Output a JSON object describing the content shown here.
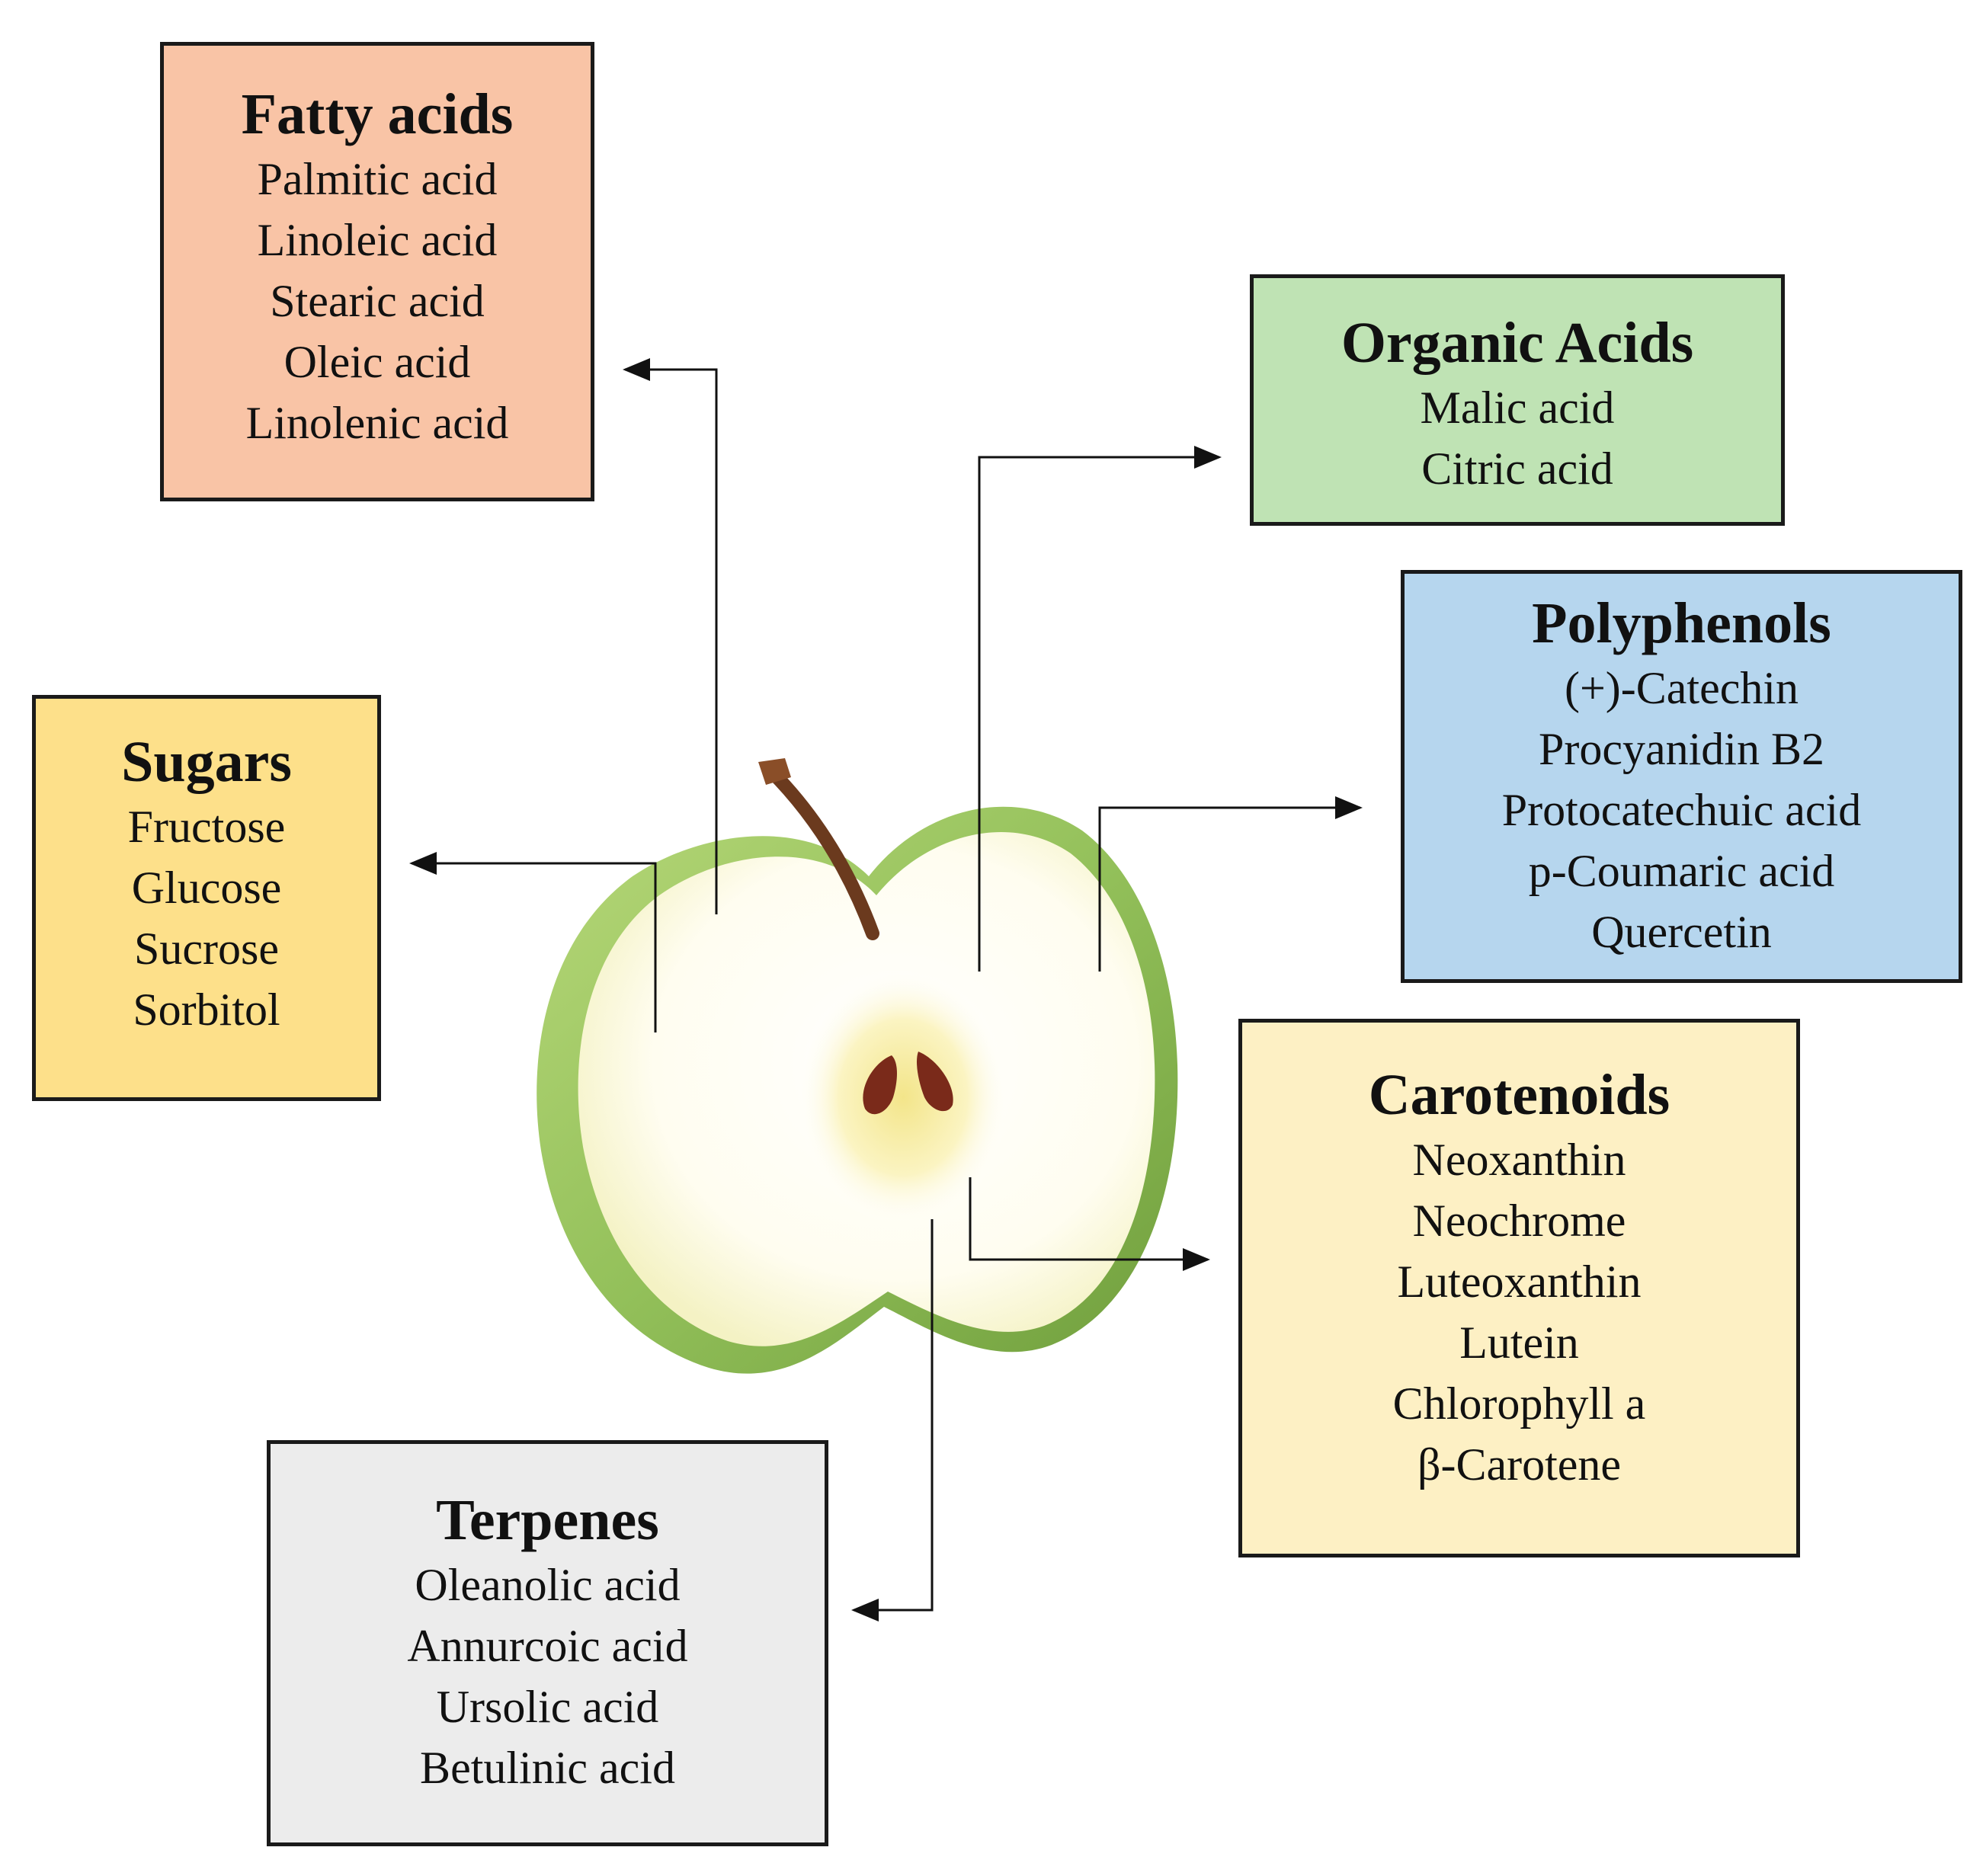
{
  "boxes": {
    "fatty_acids": {
      "title": "Fatty acids",
      "color": "#f9c4a6",
      "items": [
        "Palmitic acid",
        "Linoleic acid",
        "Stearic acid",
        "Oleic acid",
        "Linolenic acid"
      ]
    },
    "organic_acids": {
      "title": "Organic Acids",
      "color": "#bfe3b4",
      "items": [
        "Malic acid",
        "Citric acid"
      ]
    },
    "polyphenols": {
      "title": "Polyphenols",
      "color": "#b6d6ee",
      "items": [
        "(+)-Catechin",
        "Procyanidin B2",
        "Protocatechuic acid",
        "p-Coumaric acid",
        "Quercetin"
      ]
    },
    "sugars": {
      "title": "Sugars",
      "color": "#fde08a",
      "items": [
        "Fructose",
        "Glucose",
        "Sucrose",
        "Sorbitol"
      ]
    },
    "carotenoids": {
      "title": "Carotenoids",
      "color": "#fdf0c4",
      "items": [
        "Neoxanthin",
        "Neochrome",
        "Luteoxanthin",
        "Lutein",
        "Chlorophyll a",
        "β-Carotene"
      ]
    },
    "terpenes": {
      "title": "Terpenes",
      "color": "#ececec",
      "items": [
        "Oleanolic acid",
        "Annurcoic acid",
        "Ursolic acid",
        "Betulinic acid"
      ]
    }
  },
  "apple": {
    "skin_color": "#9cc560",
    "flesh_color": "#fffbe6",
    "core_color": "#f5efa0",
    "seed_color": "#7a2a1a",
    "stem_color": "#6b3a1e"
  },
  "arrow_color": "#111111"
}
